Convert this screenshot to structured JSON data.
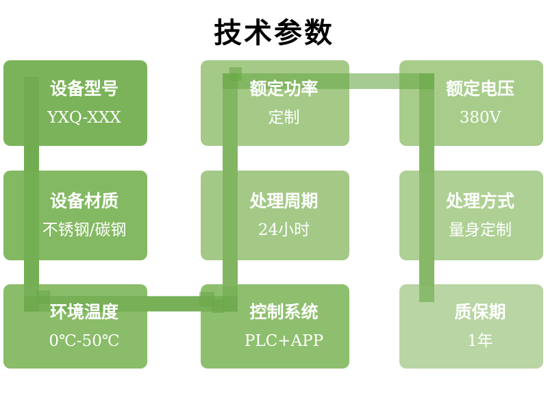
{
  "title": "技术参数",
  "title_color": "#000000",
  "text_color": "#ffffff",
  "connector": {
    "ribbon_color": "rgba(106,168,74,0.6)",
    "path": "box1-box4-box7-box8-box5-box2-box3-box6-box9"
  },
  "boxes": [
    {
      "label": "设备型号",
      "value": "YXQ-XXX",
      "color": "#7bb35a"
    },
    {
      "label": "额定功率",
      "value": "定制",
      "color": "#a5ca87"
    },
    {
      "label": "额定电压",
      "value": "380V",
      "color": "#a8cd8b"
    },
    {
      "label": "设备材质",
      "value": "不锈钢/碳钢",
      "color": "#84b963"
    },
    {
      "label": "处理周期",
      "value": "24小时",
      "color": "#a4c987"
    },
    {
      "label": "处理方式",
      "value": "量身定制",
      "color": "#aed094"
    },
    {
      "label": "环境温度",
      "value": "0℃-50℃",
      "color": "#8abc69"
    },
    {
      "label": "控制系统",
      "value": "PLC+APP",
      "color": "#8ebf6e"
    },
    {
      "label": "质保期",
      "value": "1年",
      "color": "#b9d5a3"
    }
  ]
}
